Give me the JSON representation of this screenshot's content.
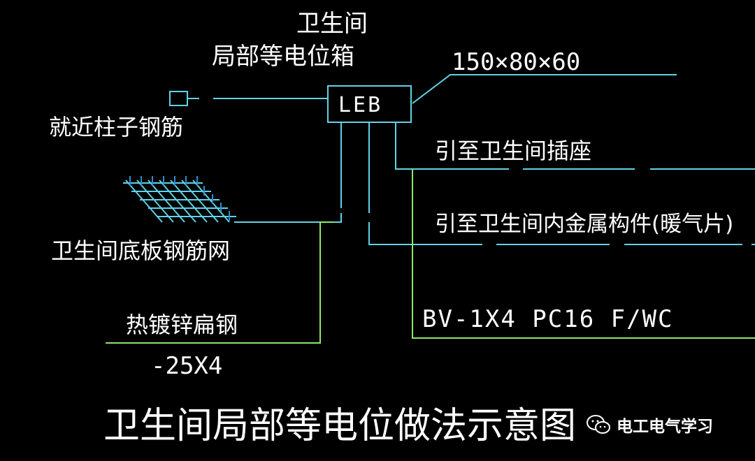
{
  "colors": {
    "background": "#000000",
    "text": "#ffffff",
    "cyan_wire": "#5fd3e6",
    "green_wire": "#8ee86a",
    "blue_wire": "#2f8cd6"
  },
  "labels": {
    "box_title_line1": "卫生间",
    "box_title_line2": "局部等电位箱",
    "box_size": "150×80×60",
    "box_code": "LEB",
    "column_rebar": "就近柱子钢筋",
    "to_socket": "引至卫生间插座",
    "floor_mesh": "卫生间底板钢筋网",
    "to_metal": "引至卫生间内金属构件(暖气片)",
    "flat_steel": "热镀锌扁钢",
    "flat_steel_size": "-25X4",
    "cable_spec": "BV-1X4  PC16  F/WC",
    "diagram_title": "卫生间局部等电位做法示意图",
    "watermark": "电工电气学习"
  },
  "icons": {
    "watermark": "wechat-icon"
  }
}
